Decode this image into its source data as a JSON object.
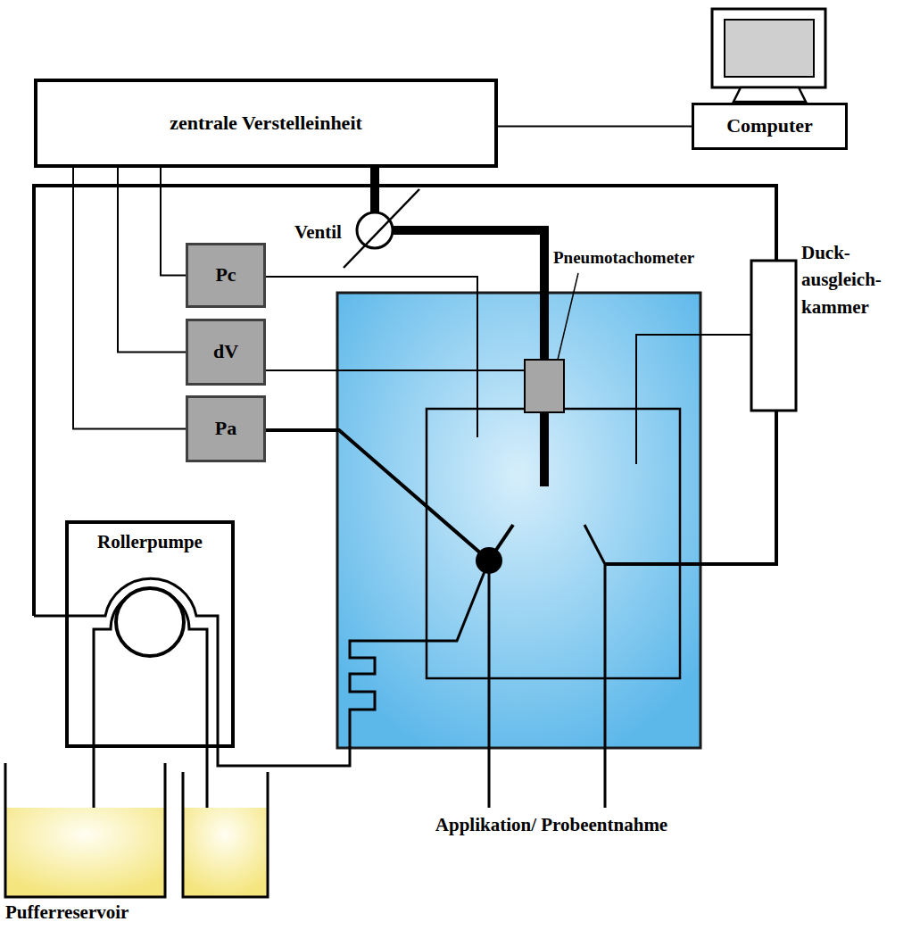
{
  "diagram": {
    "nodes": [
      {
        "text": [
          "zentrale Verstelleinheit"
        ]
      },
      {
        "text": [
          "Computer"
        ]
      },
      {
        "text": [
          "Pc"
        ]
      },
      {
        "text": [
          "dV"
        ]
      },
      {
        "text": [
          "Pa"
        ]
      },
      {
        "text": [
          "Rollerpumpe"
        ]
      }
    ],
    "edges": [
      {
        "from": 0,
        "to": 1,
        "arrow": "none"
      },
      {
        "from": 0,
        "to": 2,
        "arrow": "none"
      },
      {
        "from": 0,
        "to": 3,
        "arrow": "none"
      },
      {
        "from": 0,
        "to": 4,
        "arrow": "none"
      }
    ],
    "labels": [
      "Ventil",
      "Pneumotachometer",
      "Duck- ausgleich- kammer",
      "Applikation/ Probeentnahme",
      "Pufferreservoir"
    ]
  }
}
